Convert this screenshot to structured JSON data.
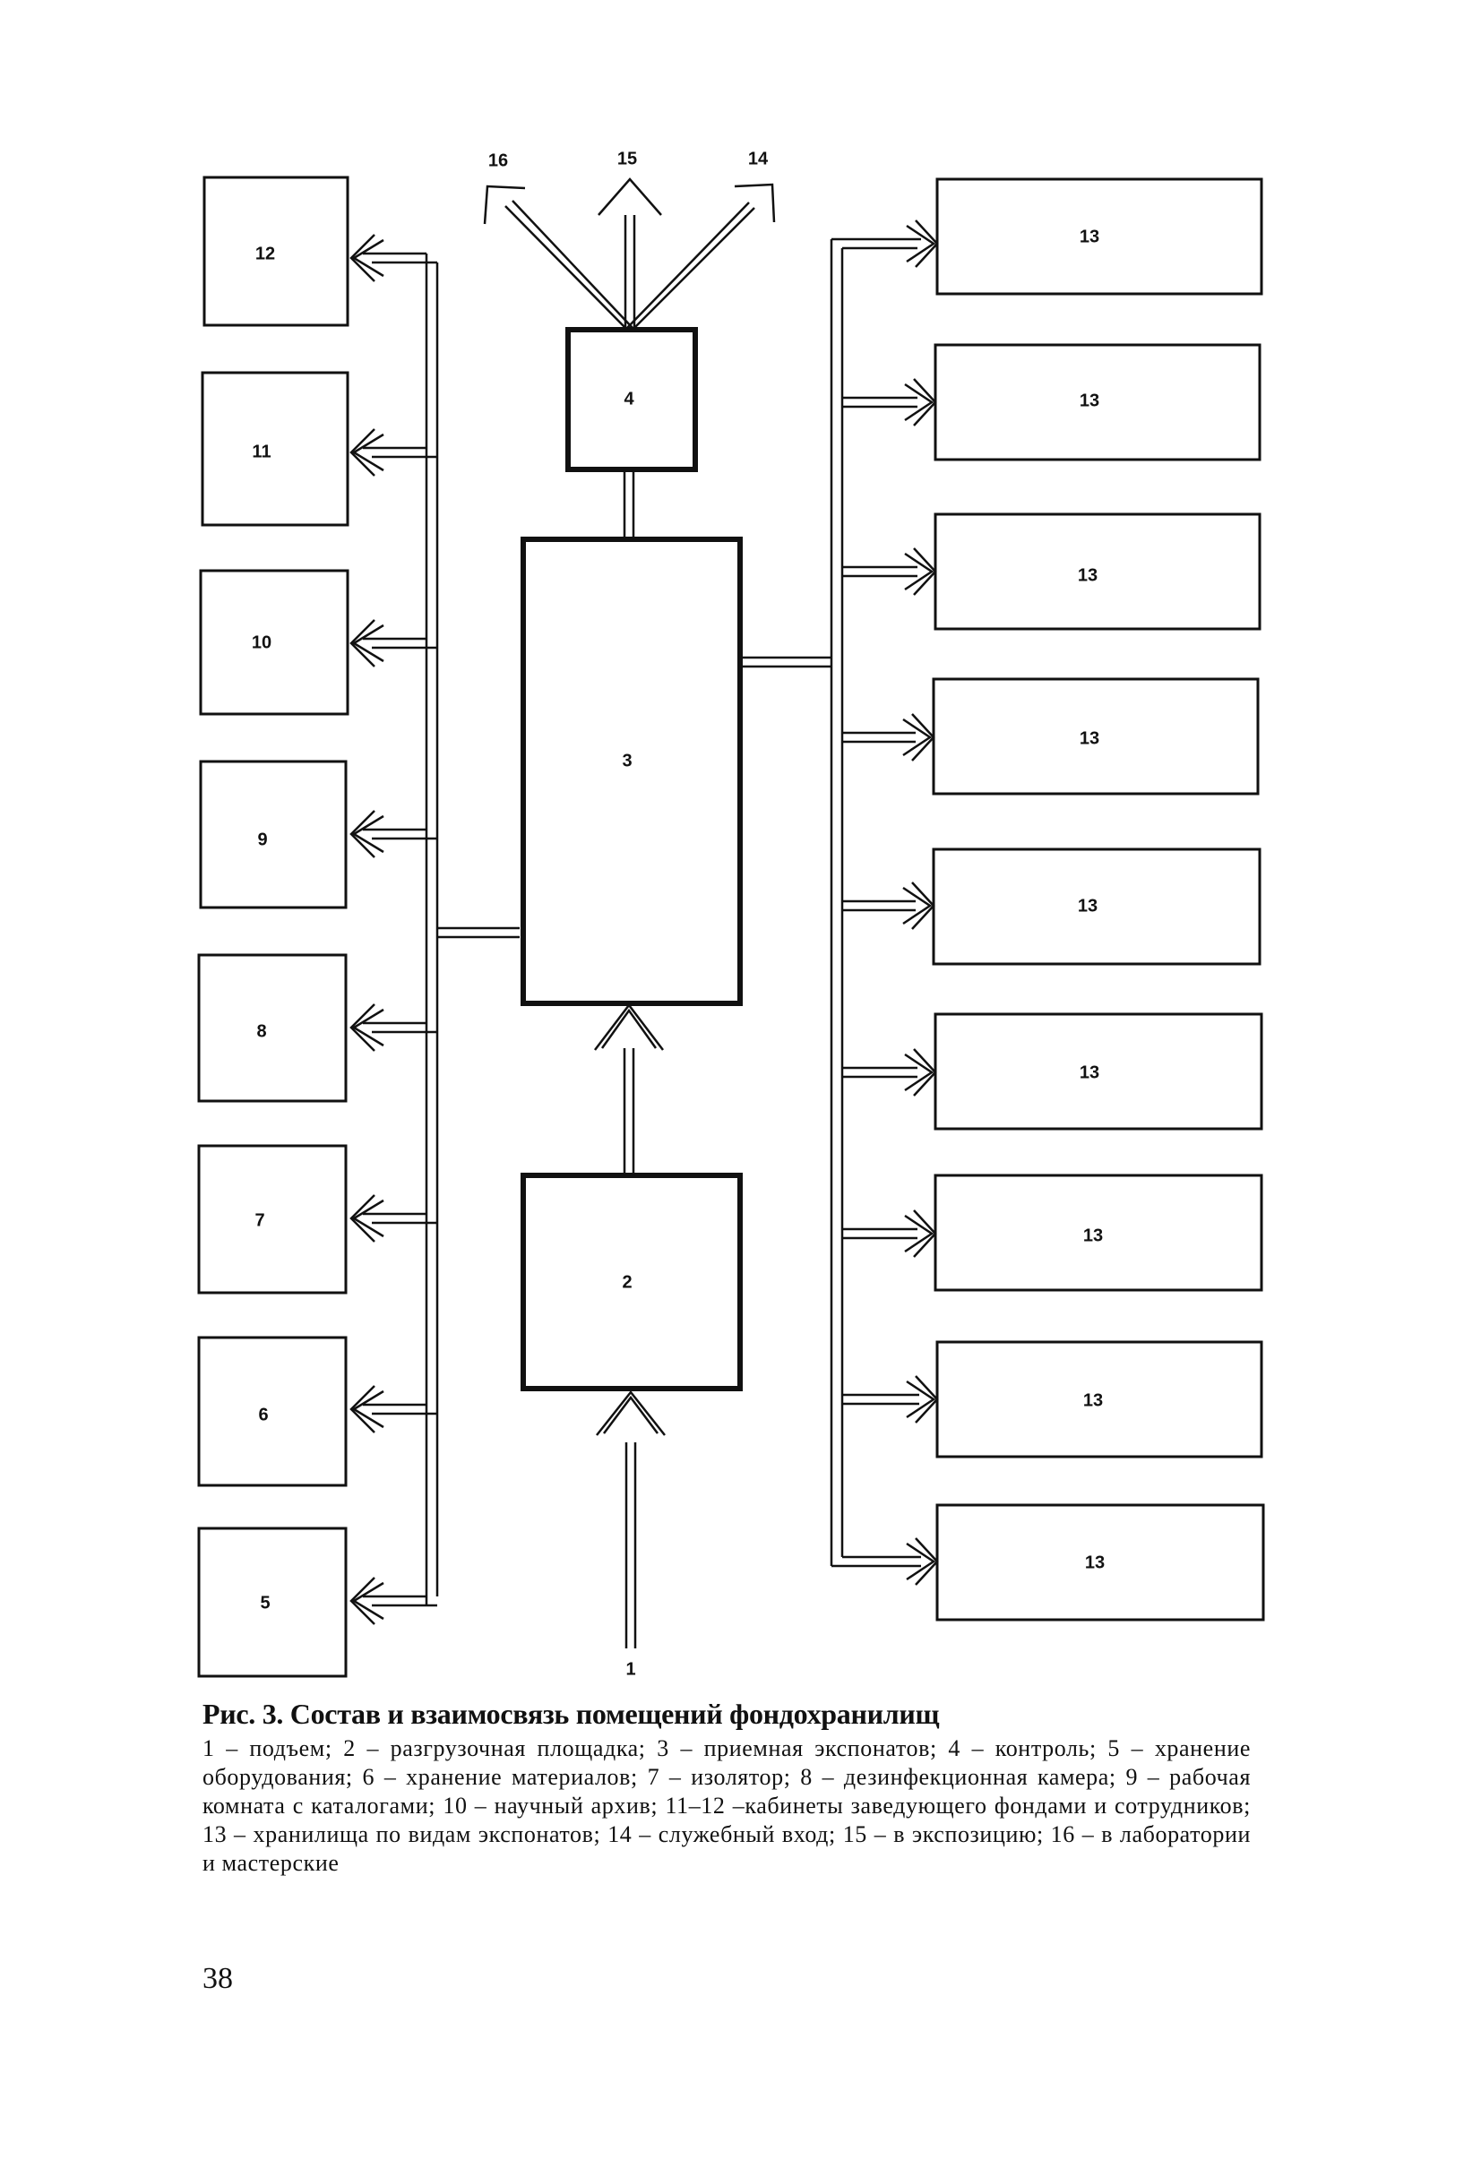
{
  "diagram": {
    "left_column_labels": [
      "12",
      "11",
      "10",
      "9",
      "8",
      "7",
      "6",
      "5"
    ],
    "right_column_labels": [
      "13",
      "13",
      "13",
      "13",
      "13",
      "13",
      "13",
      "13",
      "13"
    ],
    "control_label": "4",
    "reception_label": "3",
    "unloading_label": "2",
    "entry_label": "1",
    "exit_labels": {
      "labs": "16",
      "exposition": "15",
      "service": "14"
    }
  },
  "caption": {
    "title": "Рис. 3. Состав и взаимосвязь помещений фондохранилищ",
    "legend": "1 – подъем; 2 – разгрузочная площадка; 3 – приемная экспонатов; 4 – контроль; 5 – хранение оборудования; 6 – хранение материалов; 7 – изолятор; 8 – дезинфекционная камера; 9 – рабочая комната с каталогами; 10 – научный архив; 11–12 –кабинеты заведующего фондами и сотрудников; 13 – хранилища по видам экспонатов; 14 – служебный вход; 15 – в экспозицию; 16 – в лаборатории и мастерские"
  },
  "page_number": "38"
}
